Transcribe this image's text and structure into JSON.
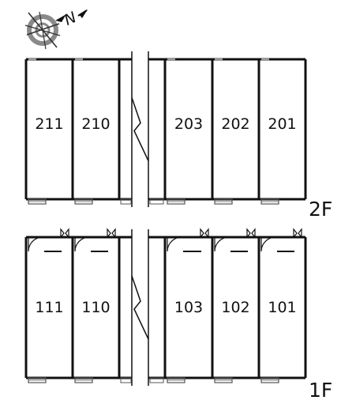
{
  "compass": {
    "icon": "compass-north-icon",
    "north_label": "N"
  },
  "floors": [
    {
      "label": "2F",
      "units": [
        "211",
        "210",
        "203",
        "202",
        "201"
      ]
    },
    {
      "label": "1F",
      "units": [
        "111",
        "110",
        "103",
        "102",
        "101"
      ]
    }
  ],
  "colors": {
    "line": "#111111",
    "compass_ring": "#8a8a8a",
    "window": "#555555"
  }
}
